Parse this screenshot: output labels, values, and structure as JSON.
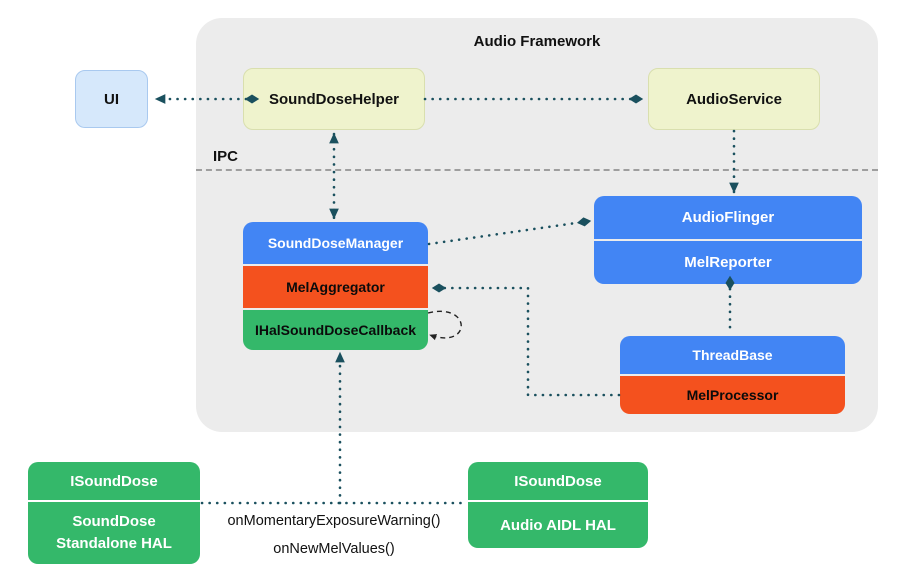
{
  "framework_label": "Audio Framework",
  "ipc_label": "IPC",
  "nodes": {
    "ui": "UI",
    "sound_dose_helper": "SoundDoseHelper",
    "audio_service": "AudioService",
    "sound_dose_manager": "SoundDoseManager",
    "mel_aggregator": "MelAggregator",
    "ihal_sound_dose_callback": "IHalSoundDoseCallback",
    "audio_flinger": "AudioFlinger",
    "mel_reporter": "MelReporter",
    "thread_base": "ThreadBase",
    "mel_processor": "MelProcessor",
    "isounddose_left": "ISoundDose",
    "sounddose_standalone_hal": "SoundDose Standalone HAL",
    "isounddose_right": "ISoundDose",
    "audio_aidl_hal": "Audio AIDL HAL"
  },
  "hal_callbacks": {
    "line1": "onMomentaryExposureWarning()",
    "line2": "onNewMelValues()"
  },
  "colors": {
    "framework_bg": "#ececec",
    "ui_fill": "#d6e8fb",
    "service_fill": "#eff3cd",
    "blue_fill": "#4285f4",
    "orange_fill": "#f4511e",
    "green_fill": "#34b86a",
    "arrow": "#1a505e",
    "ipc_dash": "#9e9e9e"
  }
}
